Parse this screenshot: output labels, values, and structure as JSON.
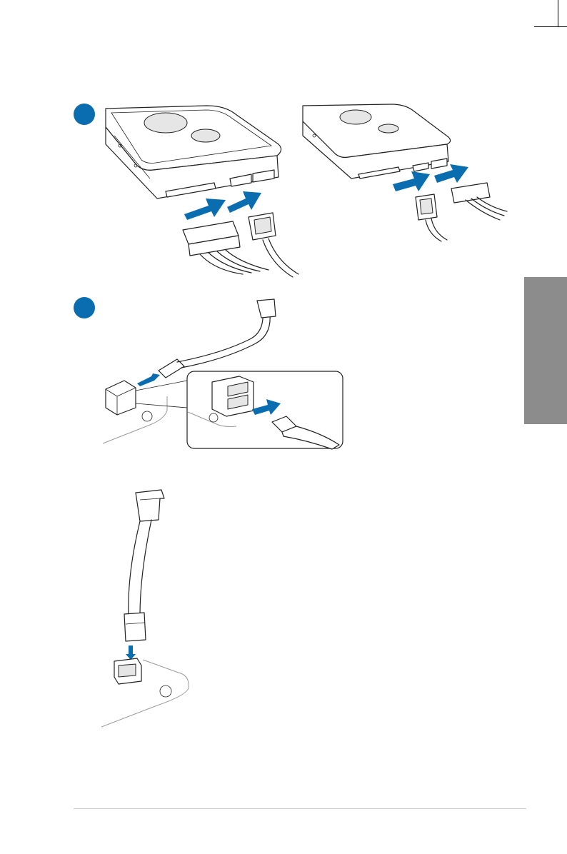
{
  "document": {
    "accent_color": "#0a6db0",
    "side_tab_color": "#8c8c8c",
    "steps": [
      {
        "id": 1,
        "badge_icon": "step-badge-circle",
        "illustration": "hdd-sata-power-and-data-connection"
      },
      {
        "id": 2,
        "badge_icon": "step-badge-circle",
        "illustration": "sata-cable-to-motherboard-port"
      },
      {
        "id": 3,
        "illustration": "right-angle-sata-cable-vertical"
      }
    ],
    "icons": [
      "hard-drive-icon",
      "insert-arrow-icon",
      "sata-power-connector-icon",
      "sata-data-connector-icon",
      "motherboard-port-icon"
    ]
  }
}
